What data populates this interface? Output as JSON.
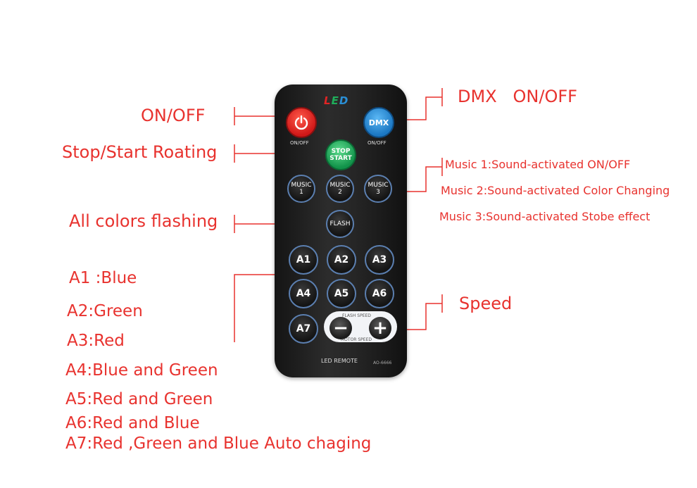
{
  "remote": {
    "brand": "LED",
    "model_label": "LED REMOTE",
    "model_code": "AO-6666",
    "buttons": {
      "power_caption": "ON/OFF",
      "dmx_label": "DMX",
      "dmx_caption": "ON/OFF",
      "stop_start": "STOP START",
      "music1": "MUSIC 1",
      "music2": "MUSIC 2",
      "music3": "MUSIC 3",
      "flash": "FLASH",
      "a1": "A1",
      "a2": "A2",
      "a3": "A3",
      "a4": "A4",
      "a5": "A5",
      "a6": "A6",
      "a7": "A7",
      "minus": "−",
      "plus": "+",
      "flash_speed": "FLASH SPEED",
      "motor_speed": "MOTOR SPEED"
    }
  },
  "annotations": {
    "on_off": "ON/OFF",
    "stop_start": "Stop/Start Roating",
    "all_colors": "All colors flashing",
    "dmx": "DMX   ON/OFF",
    "music1": "Music 1:Sound-activated ON/OFF",
    "music2": "Music 2:Sound-activated Color Changing",
    "music3": "Music 3:Sound-activated Stobe effect",
    "speed": "Speed",
    "a1": "A1 :Blue",
    "a2": "A2:Green",
    "a3": "A3:Red",
    "a4": "A4:Blue and Green",
    "a5": "A5:Red and Green",
    "a6": "A6:Red and Blue",
    "a7": "A7:Red ,Green and Blue Auto chaging"
  },
  "colors": {
    "annotation": "#e8322e",
    "power_button": "#e02424",
    "dmx_button": "#2a8fd6",
    "stop_start_button": "#1fae5a",
    "button_ring": "#5b7fb0"
  }
}
